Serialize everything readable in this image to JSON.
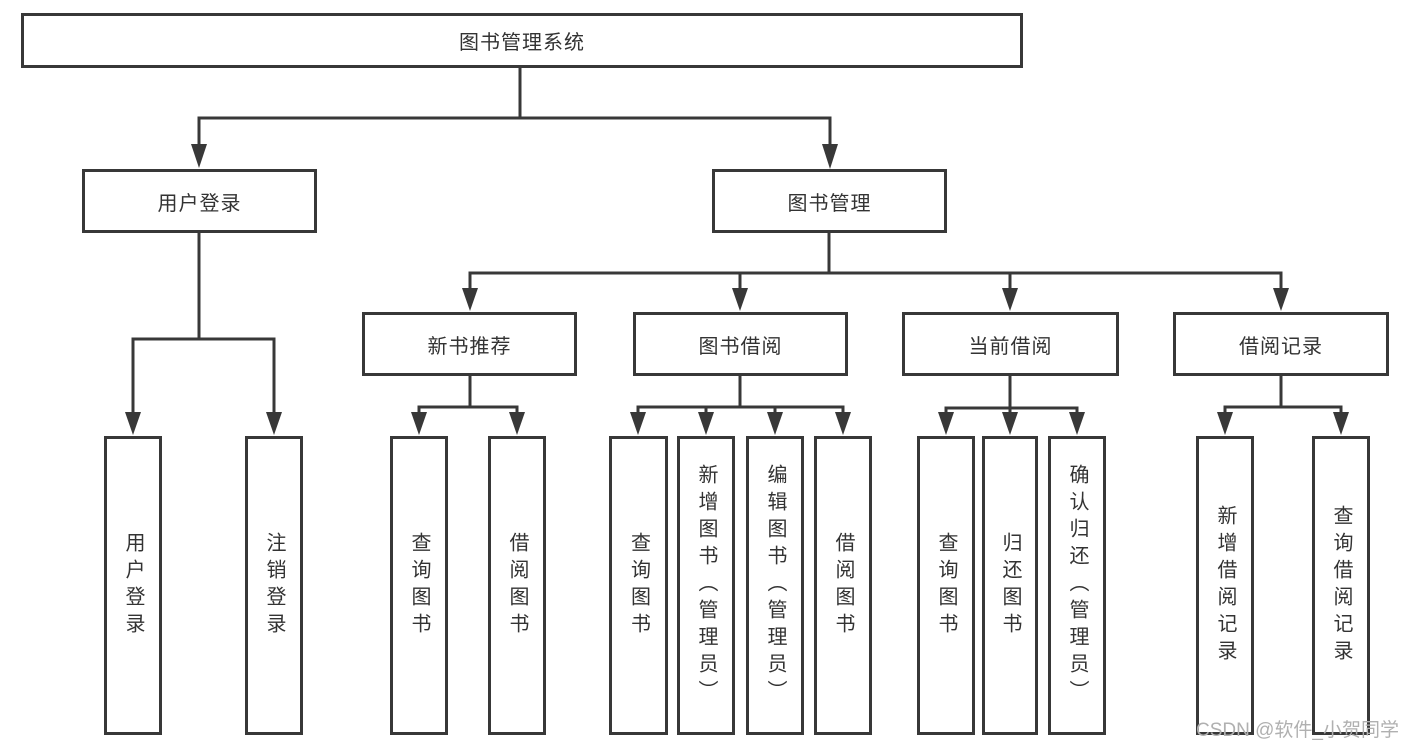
{
  "title": "图书管理系统",
  "watermark": "CSDN @软件_小贺同学",
  "colors": {
    "line": "#383838",
    "text": "#333333",
    "watermark": "#b0b0b0",
    "background": "#ffffff"
  },
  "tree": {
    "root": "图书管理系统",
    "branches": [
      {
        "label": "用户登录",
        "children": [
          "用户登录",
          "注销登录"
        ]
      },
      {
        "label": "图书管理",
        "children": [
          {
            "label": "新书推荐",
            "children": [
              "查询图书",
              "借阅图书"
            ]
          },
          {
            "label": "图书借阅",
            "children": [
              "查询图书",
              "新增图书（管理员）",
              "编辑图书（管理员）",
              "借阅图书"
            ]
          },
          {
            "label": "当前借阅",
            "children": [
              "查询图书",
              "归还图书",
              "确认归还（管理员）"
            ]
          },
          {
            "label": "借阅记录",
            "children": [
              "新增借阅记录",
              "查询借阅记录"
            ]
          }
        ]
      }
    ]
  }
}
